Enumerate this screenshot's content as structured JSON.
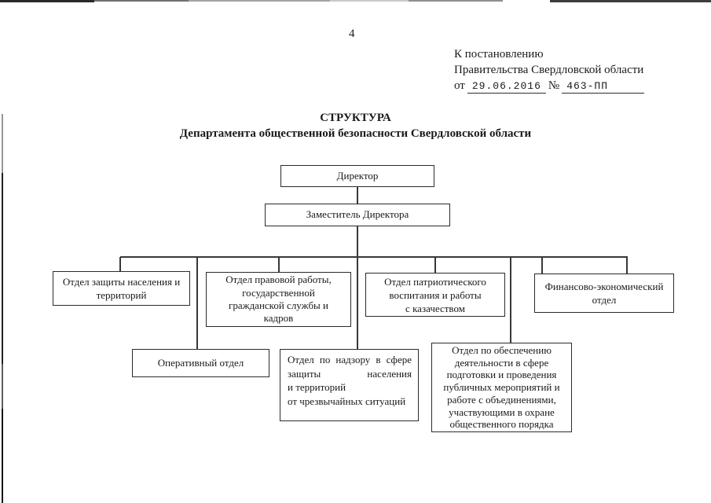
{
  "page": {
    "number": "4",
    "annotation": {
      "line1": "К постановлению",
      "line2": "Правительства Свердловской области",
      "prefix": "от",
      "date": "29.06.2016",
      "no_sign": "№",
      "doc_no": "463-ПП"
    },
    "title": "СТРУКТУРА",
    "subtitle": "Департамента общественной безопасности Свердловской области"
  },
  "org_chart": {
    "nodes": [
      {
        "id": "director",
        "parent": null,
        "lines": [
          "Директор"
        ]
      },
      {
        "id": "deputy-director",
        "parent": "director",
        "lines": [
          "Заместитель Директора"
        ]
      },
      {
        "id": "protection-dept",
        "parent": "deputy-director",
        "lines": [
          "Отдел защиты населения и",
          "территорий"
        ]
      },
      {
        "id": "legal-dept",
        "parent": "deputy-director",
        "lines": [
          "Отдел правовой работы,",
          "государственной",
          "гражданской службы и",
          "кадров"
        ]
      },
      {
        "id": "patriotic-dept",
        "parent": "deputy-director",
        "lines": [
          "Отдел патриотического",
          "воспитания и работы",
          "с казачеством"
        ]
      },
      {
        "id": "finance-dept",
        "parent": "deputy-director",
        "lines": [
          "Финансово-экономический",
          "отдел"
        ]
      },
      {
        "id": "operative-dept",
        "parent": "deputy-director",
        "lines": [
          "Оперативный отдел"
        ]
      },
      {
        "id": "supervision-dept",
        "parent": "deputy-director",
        "lines": [
          "Отдел по надзору в сфере",
          "защиты населения",
          "и территорий",
          "от чрезвычайных ситуаций"
        ]
      },
      {
        "id": "public-events-dept",
        "parent": "deputy-director",
        "lines": [
          "Отдел по обеспечению",
          "деятельности в сфере",
          "подготовки и проведения",
          "публичных мероприятий и",
          "работе с объединениями,",
          "участвующими в охране",
          "общественного порядка"
        ]
      }
    ]
  },
  "colors": {
    "paper": "#ffffff",
    "ink": "#1a1a1a",
    "line": "#383838"
  }
}
